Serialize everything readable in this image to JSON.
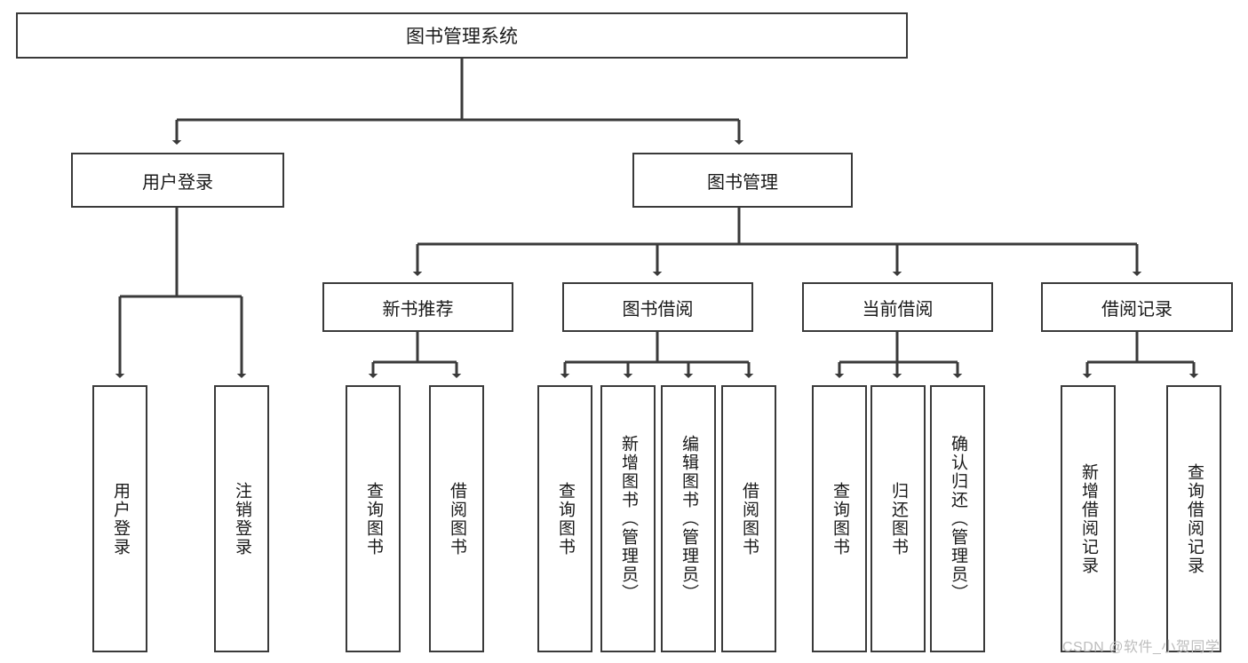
{
  "diagram": {
    "title": "图书管理系统",
    "type": "tree-hierarchy",
    "root": {
      "label": "图书管理系统",
      "id": "root"
    },
    "level2": [
      {
        "id": "user-login",
        "label": "用户登录"
      },
      {
        "id": "book-management",
        "label": "图书管理"
      }
    ],
    "level3": [
      {
        "id": "new-book-recommend",
        "label": "新书推荐",
        "parent": "book-management"
      },
      {
        "id": "book-borrow",
        "label": "图书借阅",
        "parent": "book-management"
      },
      {
        "id": "current-borrow",
        "label": "当前借阅",
        "parent": "book-management"
      },
      {
        "id": "borrow-record",
        "label": "借阅记录",
        "parent": "book-management"
      }
    ],
    "leaves": {
      "user-login": [
        {
          "id": "leaf-user-login",
          "label": "用户登录"
        },
        {
          "id": "leaf-logout",
          "label": "注销登录"
        }
      ],
      "new-book-recommend": [
        {
          "id": "leaf-query-book-1",
          "label": "查询图书"
        },
        {
          "id": "leaf-borrow-book-1",
          "label": "借阅图书"
        }
      ],
      "book-borrow": [
        {
          "id": "leaf-query-book-2",
          "label": "查询图书"
        },
        {
          "id": "leaf-add-book",
          "label": "新增图书（管理员）"
        },
        {
          "id": "leaf-edit-book",
          "label": "编辑图书（管理员）"
        },
        {
          "id": "leaf-borrow-book-2",
          "label": "借阅图书"
        }
      ],
      "current-borrow": [
        {
          "id": "leaf-query-book-3",
          "label": "查询图书"
        },
        {
          "id": "leaf-return-book",
          "label": "归还图书"
        },
        {
          "id": "leaf-confirm-return",
          "label": "确认归还（管理员）"
        }
      ],
      "borrow-record": [
        {
          "id": "leaf-add-record",
          "label": "新增借阅记录"
        },
        {
          "id": "leaf-query-record",
          "label": "查询借阅记录"
        }
      ]
    }
  },
  "watermark": {
    "text": "CSDN @软件_小贺同学"
  },
  "colors": {
    "background": "#ffffff",
    "box_border": "#3a3a3a",
    "box_fill": "#ffffff",
    "text": "#1a1a1a",
    "connector": "#3a3a3a",
    "watermark": "#bdbdbd"
  }
}
